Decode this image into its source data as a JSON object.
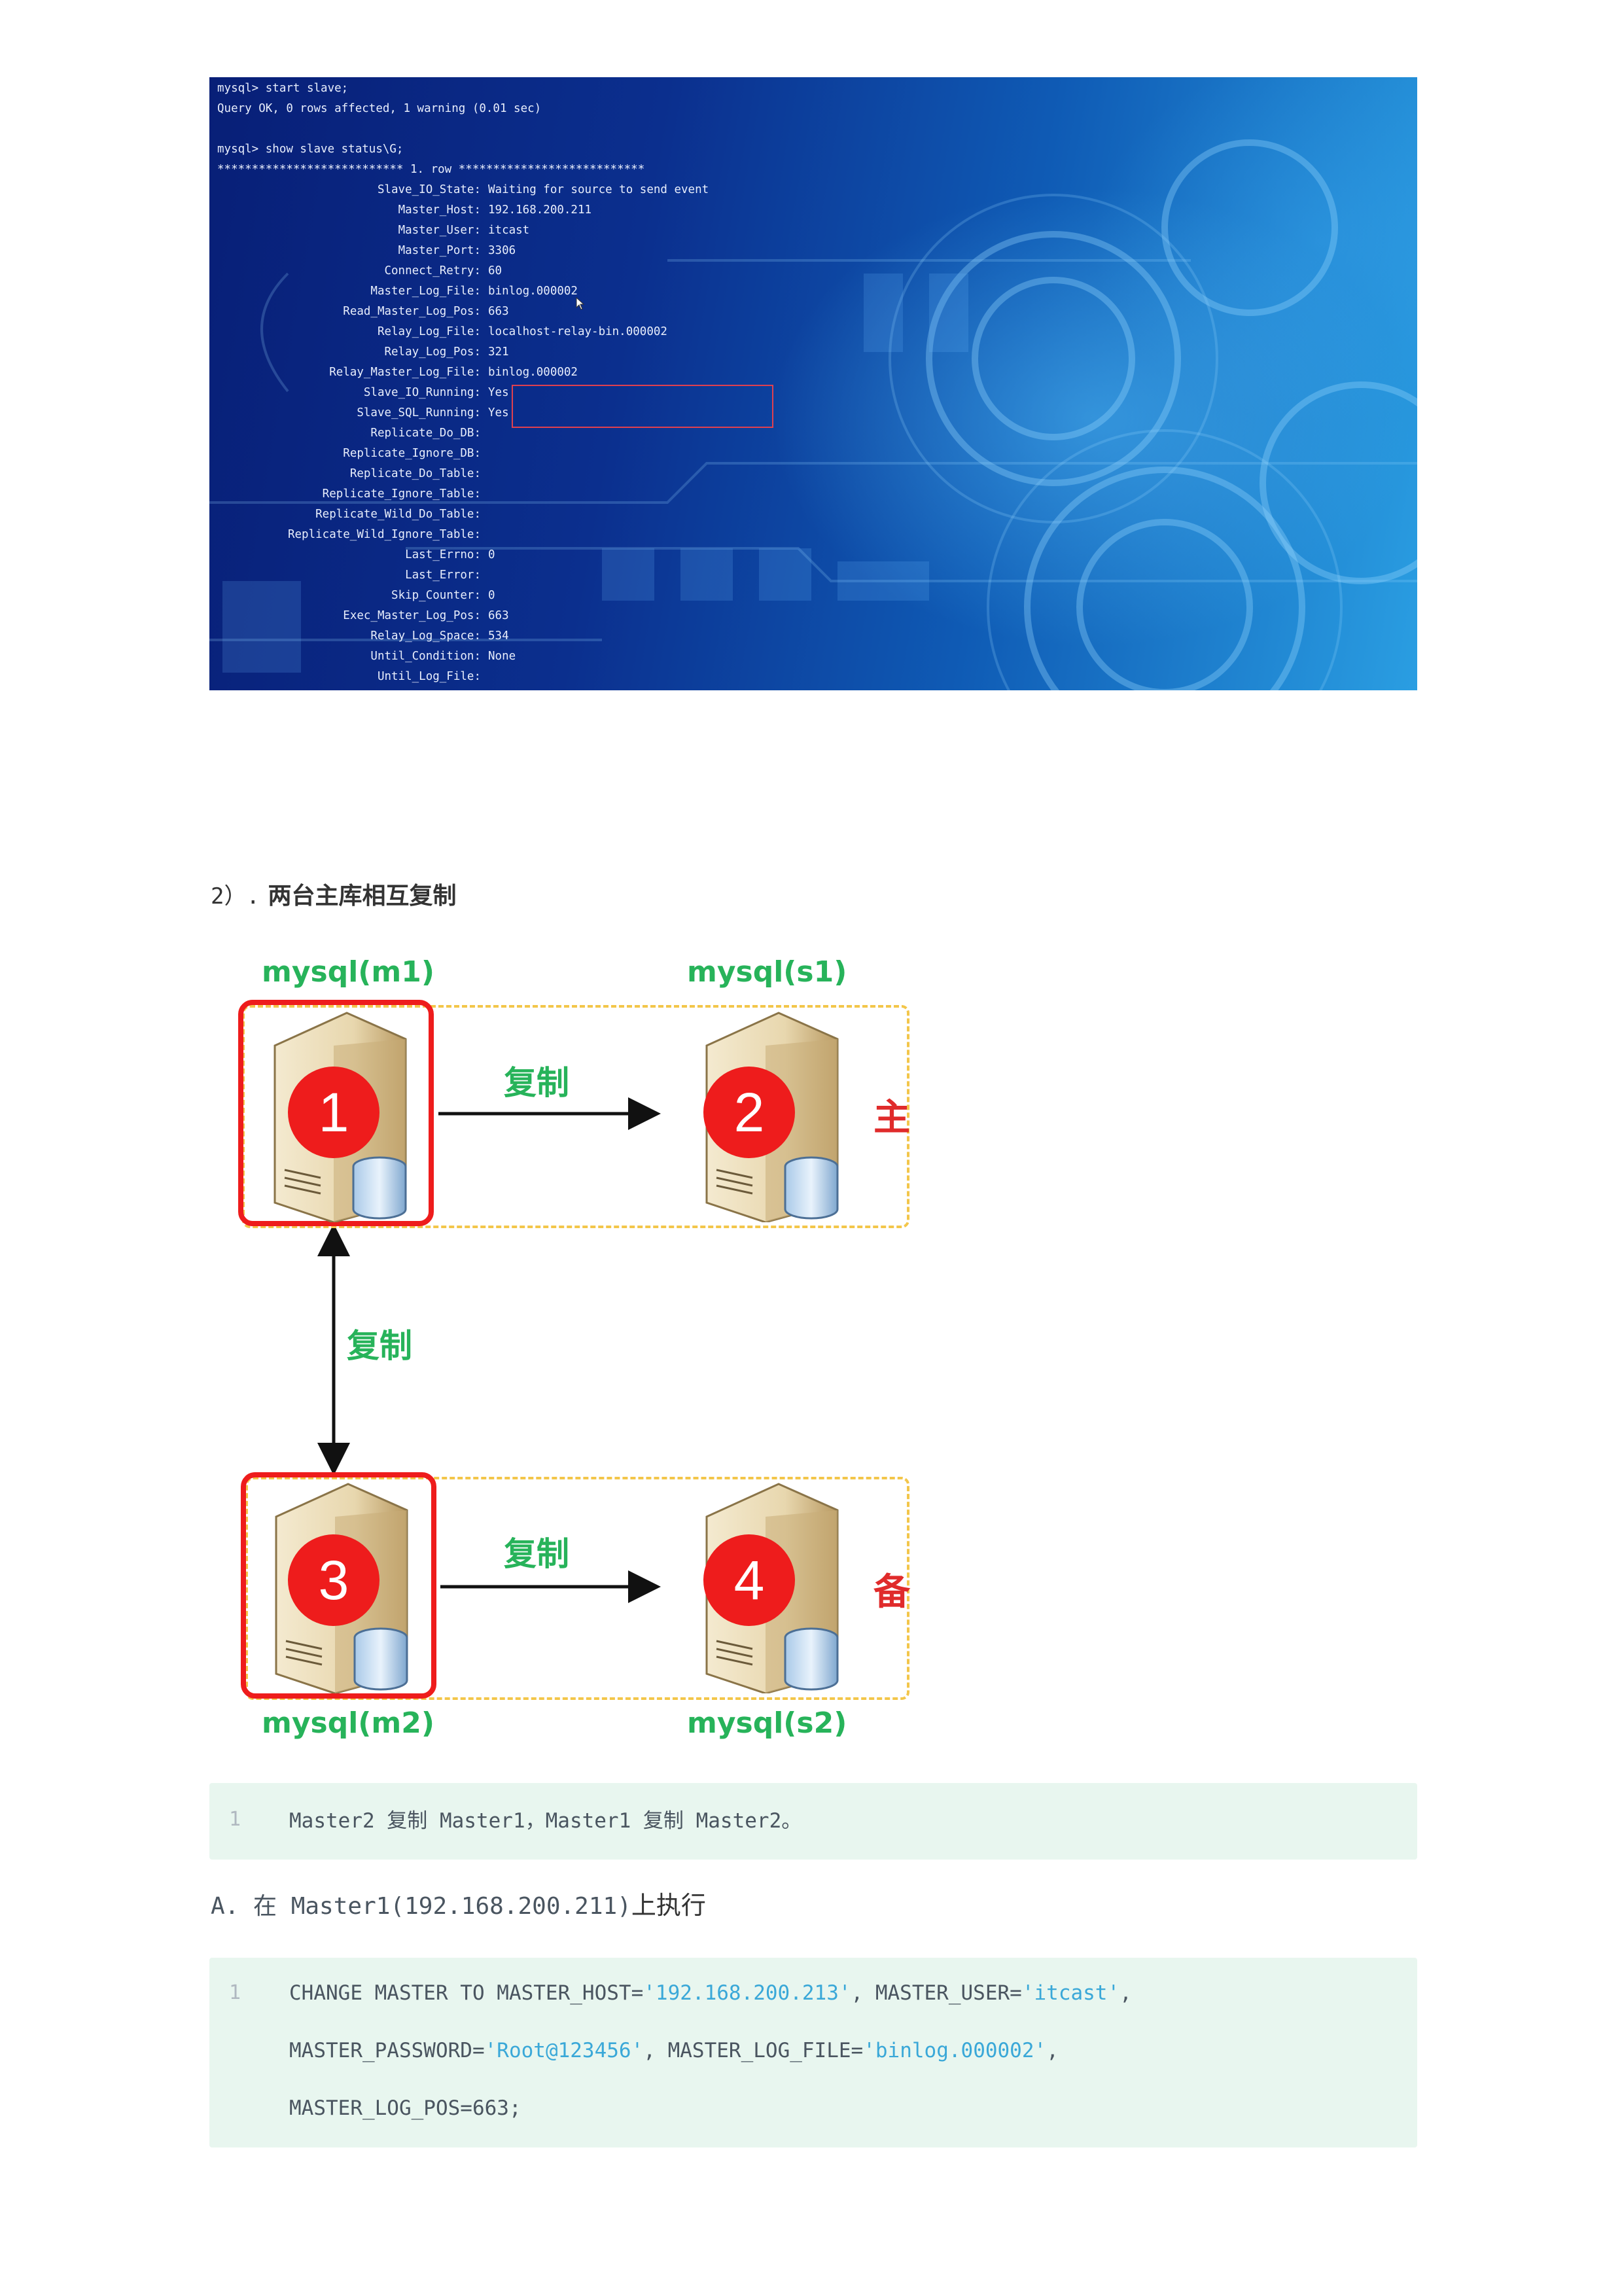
{
  "terminal": {
    "lines": [
      "mysql> start slave;",
      "Query OK, 0 rows affected, 1 warning (0.01 sec)",
      "",
      "mysql> show slave status\\G;",
      "*************************** 1. row ***************************"
    ],
    "fields": [
      {
        "key": "Slave_IO_State:",
        "value": "Waiting for source to send event"
      },
      {
        "key": "Master_Host:",
        "value": "192.168.200.211"
      },
      {
        "key": "Master_User:",
        "value": "itcast"
      },
      {
        "key": "Master_Port:",
        "value": "3306"
      },
      {
        "key": "Connect_Retry:",
        "value": "60"
      },
      {
        "key": "Master_Log_File:",
        "value": "binlog.000002"
      },
      {
        "key": "Read_Master_Log_Pos:",
        "value": "663"
      },
      {
        "key": "Relay_Log_File:",
        "value": "localhost-relay-bin.000002"
      },
      {
        "key": "Relay_Log_Pos:",
        "value": "321"
      },
      {
        "key": "Relay_Master_Log_File:",
        "value": "binlog.000002"
      },
      {
        "key": "Slave_IO_Running:",
        "value": "Yes"
      },
      {
        "key": "Slave_SQL_Running:",
        "value": "Yes"
      },
      {
        "key": "Replicate_Do_DB:",
        "value": ""
      },
      {
        "key": "Replicate_Ignore_DB:",
        "value": ""
      },
      {
        "key": "Replicate_Do_Table:",
        "value": ""
      },
      {
        "key": "Replicate_Ignore_Table:",
        "value": ""
      },
      {
        "key": "Replicate_Wild_Do_Table:",
        "value": ""
      },
      {
        "key": "Replicate_Wild_Ignore_Table:",
        "value": ""
      },
      {
        "key": "Last_Errno:",
        "value": "0"
      },
      {
        "key": "Last_Error:",
        "value": ""
      },
      {
        "key": "Skip_Counter:",
        "value": "0"
      },
      {
        "key": "Exec_Master_Log_Pos:",
        "value": "663"
      },
      {
        "key": "Relay_Log_Space:",
        "value": "534"
      },
      {
        "key": "Until_Condition:",
        "value": "None"
      },
      {
        "key": "Until_Log_File:",
        "value": ""
      }
    ]
  },
  "section": {
    "number": "2）.",
    "title": "两台主库相互复制"
  },
  "diagram": {
    "nodes": [
      {
        "label": "mysql(m1)",
        "number": "1"
      },
      {
        "label": "mysql(s1)",
        "number": "2"
      },
      {
        "label": "mysql(m2)",
        "number": "3"
      },
      {
        "label": "mysql(s2)",
        "number": "4"
      }
    ],
    "replicate_labels": [
      "复制",
      "复制",
      "复制"
    ],
    "role_primary": "主",
    "role_backup": "备",
    "colors": {
      "label_green": "#27b35a",
      "badge_red": "#ee1c1c",
      "dashed_yellow": "#f3c64a"
    }
  },
  "code1": {
    "line_number": "1",
    "text": "Master2 复制 Master1，Master1 复制 Master2。"
  },
  "step_a": {
    "prefix": "A. 在 ",
    "host": "Master1(192.168.200.211)",
    "suffix": "上执行"
  },
  "code2": {
    "line_number": "1",
    "p1": "CHANGE MASTER TO MASTER_HOST=",
    "host": "'192.168.200.213'",
    "p2": ", MASTER_USER=",
    "user": "'itcast'",
    "p3": ",",
    "p4": "MASTER_PASSWORD=",
    "password": "'Root@123456'",
    "p5": ", MASTER_LOG_FILE=",
    "logfile": "'binlog.000002'",
    "p6": ",",
    "p7": "MASTER_LOG_POS=663;"
  }
}
